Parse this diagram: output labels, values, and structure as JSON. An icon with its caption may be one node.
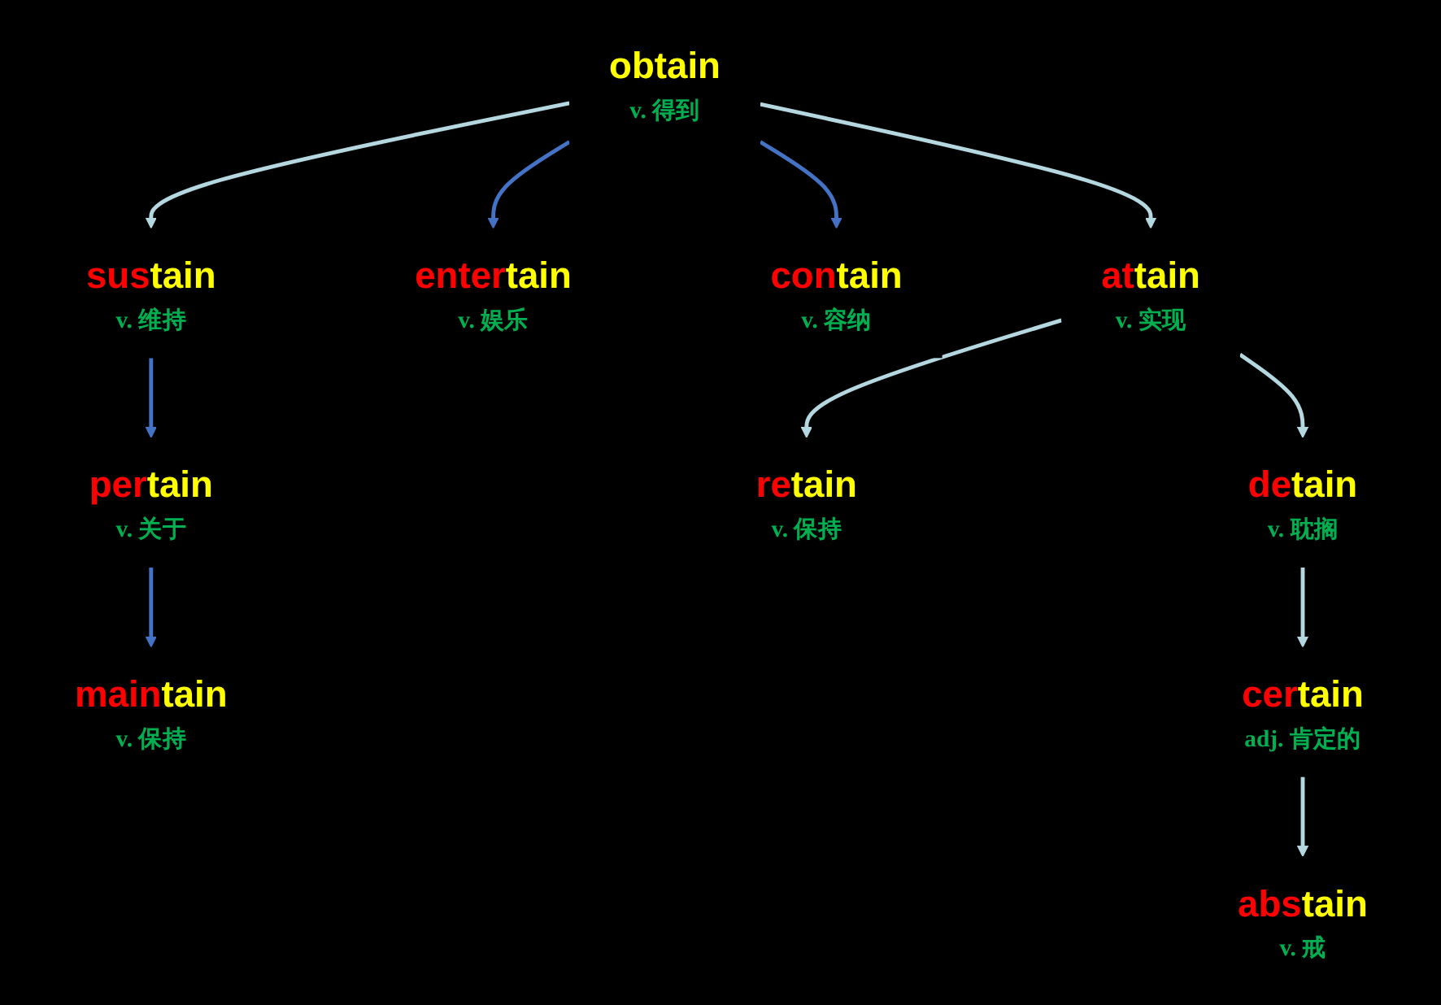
{
  "diagram": {
    "nodes": [
      {
        "text": [
          "maintain",
          "v. 保持"
        ]
      },
      {
        "text": [
          "pertain",
          "v. 关于"
        ]
      },
      {
        "text": [
          "sustain",
          "v. 维持"
        ]
      },
      {
        "text": [
          "entertain",
          "v. 娱乐"
        ]
      },
      {
        "text": [
          "obtain",
          "v. 得到"
        ]
      },
      {
        "text": [
          "contain",
          "v. 容纳"
        ]
      },
      {
        "text": [
          "attain",
          "v. 实现"
        ]
      },
      {
        "text": [
          "retain",
          "v. 保持"
        ]
      },
      {
        "text": [
          "detain",
          "v. 耽搁"
        ]
      },
      {
        "text": [
          "certain",
          "adj. 肯定的"
        ]
      },
      {
        "text": [
          "abstain",
          "v. 戒"
        ]
      }
    ],
    "edges": [
      {
        "from": 4,
        "to": 2,
        "arrow": "to"
      },
      {
        "from": 2,
        "to": 1,
        "arrow": "to",
        "color": "#4472c4"
      },
      {
        "from": 1,
        "to": 0,
        "arrow": "to",
        "color": "#4472c4"
      },
      {
        "from": 4,
        "to": 3,
        "arrow": "to",
        "color": "#4472c4"
      },
      {
        "from": 4,
        "to": 5,
        "arrow": "to",
        "color": "#4472c4"
      },
      {
        "from": 4,
        "to": 6,
        "arrow": "to"
      },
      {
        "from": 6,
        "to": 8,
        "arrow": "to"
      },
      {
        "from": 6,
        "to": 7,
        "arrow": "to"
      },
      {
        "from": 8,
        "to": 9,
        "arrow": "to"
      },
      {
        "from": 9,
        "to": 10,
        "arrow": "to"
      }
    ]
  }
}
